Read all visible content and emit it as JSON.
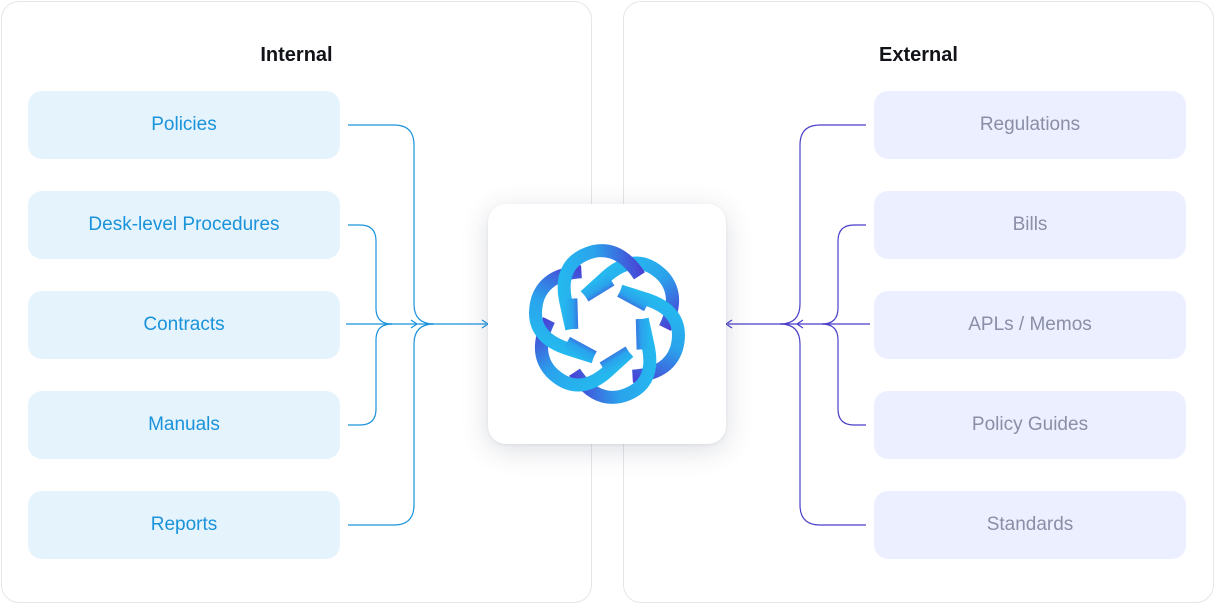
{
  "internal": {
    "title": "Internal",
    "items": [
      "Policies",
      "Desk-level Procedures",
      "Contracts",
      "Manuals",
      "Reports"
    ]
  },
  "external": {
    "title": "External",
    "items": [
      "Regulations",
      "Bills",
      "APLs / Memos",
      "Policy Guides",
      "Standards"
    ]
  },
  "colors": {
    "internal_accent": "#1a93db",
    "internal_bg": "#e5f3fd",
    "external_accent": "#4a3fc9",
    "external_text": "#8a8ea6",
    "external_bg": "#ecefff",
    "logo_gradient_start": "#22c3f0",
    "logo_gradient_end": "#4a3fd4"
  },
  "logo": {
    "icon": "interlocking-flower-logo-icon"
  }
}
